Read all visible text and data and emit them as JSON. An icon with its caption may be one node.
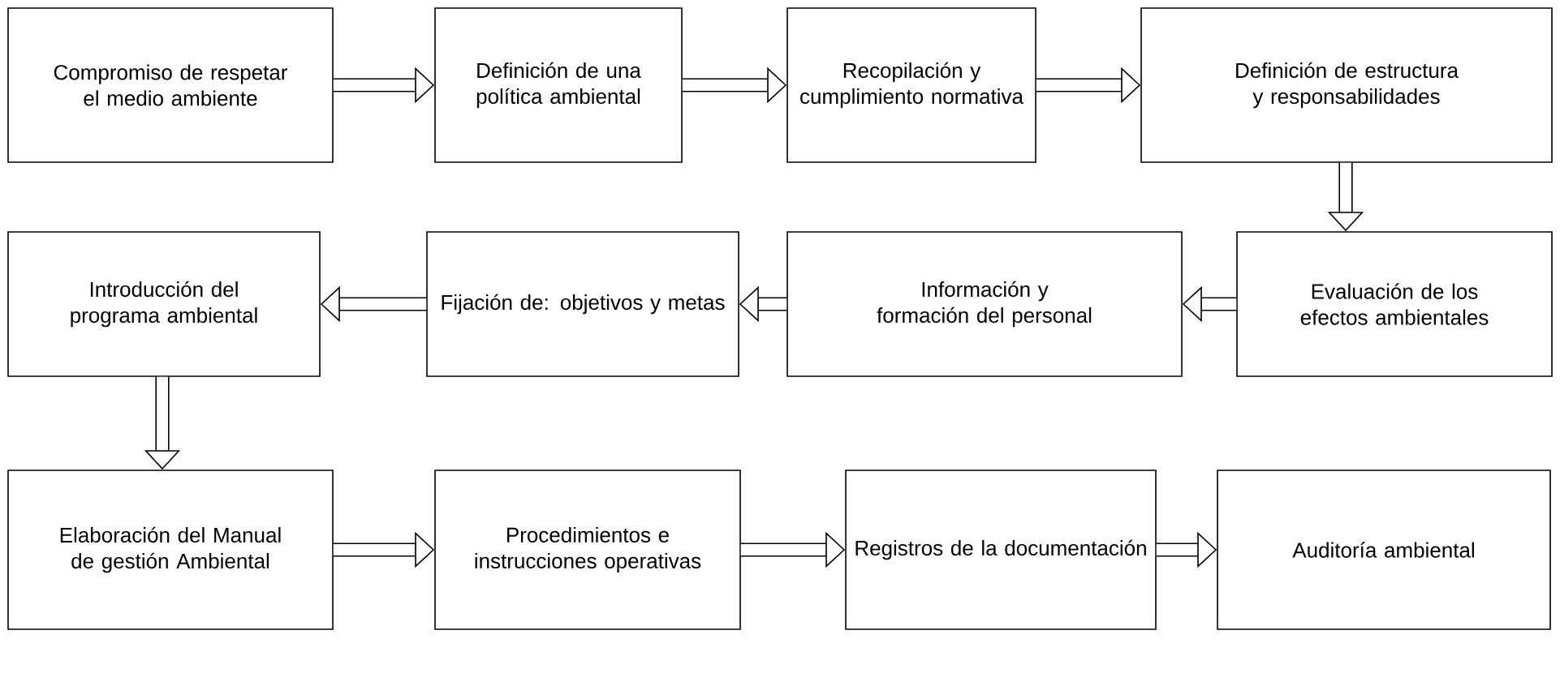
{
  "diagram": {
    "nodes": [
      {
        "text": [
          "Compromiso de respetar el medio ambiente"
        ]
      },
      {
        "text": [
          "Definición de una política ambiental"
        ]
      },
      {
        "text": [
          "Recopilación y cumplimiento normativa"
        ]
      },
      {
        "text": [
          "Definición de estructura y responsabilidades"
        ]
      },
      {
        "text": [
          "Introducción del programa ambiental"
        ]
      },
      {
        "text": [
          "Fijación de: objetivos y metas"
        ]
      },
      {
        "text": [
          "Información y formación del personal"
        ]
      },
      {
        "text": [
          "Evaluación de los efectos ambientales"
        ]
      },
      {
        "text": [
          "Elaboración del Manual de gestión Ambiental"
        ]
      },
      {
        "text": [
          "Procedimientos e instrucciones operativas"
        ]
      },
      {
        "text": [
          "Registros de la documentación"
        ]
      },
      {
        "text": [
          "Auditoría ambiental"
        ]
      }
    ],
    "edges": [
      {
        "from": 0,
        "to": 1,
        "arrow": "to"
      },
      {
        "from": 1,
        "to": 2,
        "arrow": "to"
      },
      {
        "from": 2,
        "to": 3,
        "arrow": "to"
      },
      {
        "from": 3,
        "to": 7,
        "arrow": "to"
      },
      {
        "from": 7,
        "to": 6,
        "arrow": "to"
      },
      {
        "from": 6,
        "to": 5,
        "arrow": "to"
      },
      {
        "from": 5,
        "to": 4,
        "arrow": "to"
      },
      {
        "from": 4,
        "to": 8,
        "arrow": "to"
      },
      {
        "from": 8,
        "to": 9,
        "arrow": "to"
      },
      {
        "from": 9,
        "to": 10,
        "arrow": "to"
      },
      {
        "from": 10,
        "to": 11,
        "arrow": "to"
      }
    ]
  }
}
